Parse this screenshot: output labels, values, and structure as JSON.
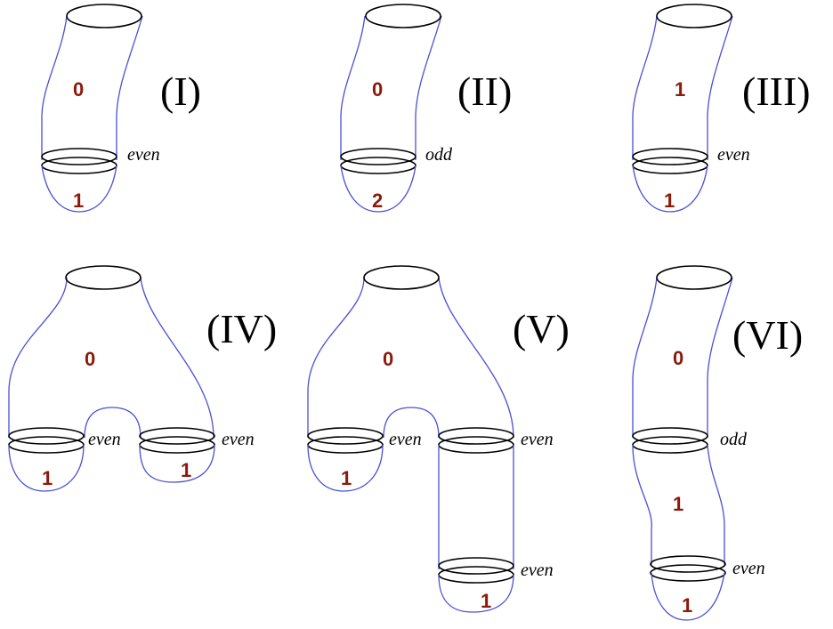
{
  "colors": {
    "outline": "#4a4fd6",
    "ring": "#000000",
    "number": "#8b1a0a"
  },
  "panels": [
    {
      "label": "(I)",
      "top_number": "0",
      "bottom_number": "1",
      "parity": "even"
    },
    {
      "label": "(II)",
      "top_number": "0",
      "bottom_number": "2",
      "parity": "odd"
    },
    {
      "label": "(III)",
      "top_number": "1",
      "bottom_number": "1",
      "parity": "even"
    },
    {
      "label": "(IV)",
      "top_number": "0",
      "left_cap_number": "1",
      "right_cap_number": "1",
      "left_parity": "even",
      "right_parity": "even"
    },
    {
      "label": "(V)",
      "top_number": "0",
      "left_cap_number": "1",
      "bottom_number": "1",
      "left_parity": "even",
      "right_parity": "even",
      "bottom_parity": "even"
    },
    {
      "label": "(VI)",
      "top_number": "0",
      "middle_number": "1",
      "bottom_number": "1",
      "parity_upper": "odd",
      "parity_lower": "even"
    }
  ]
}
